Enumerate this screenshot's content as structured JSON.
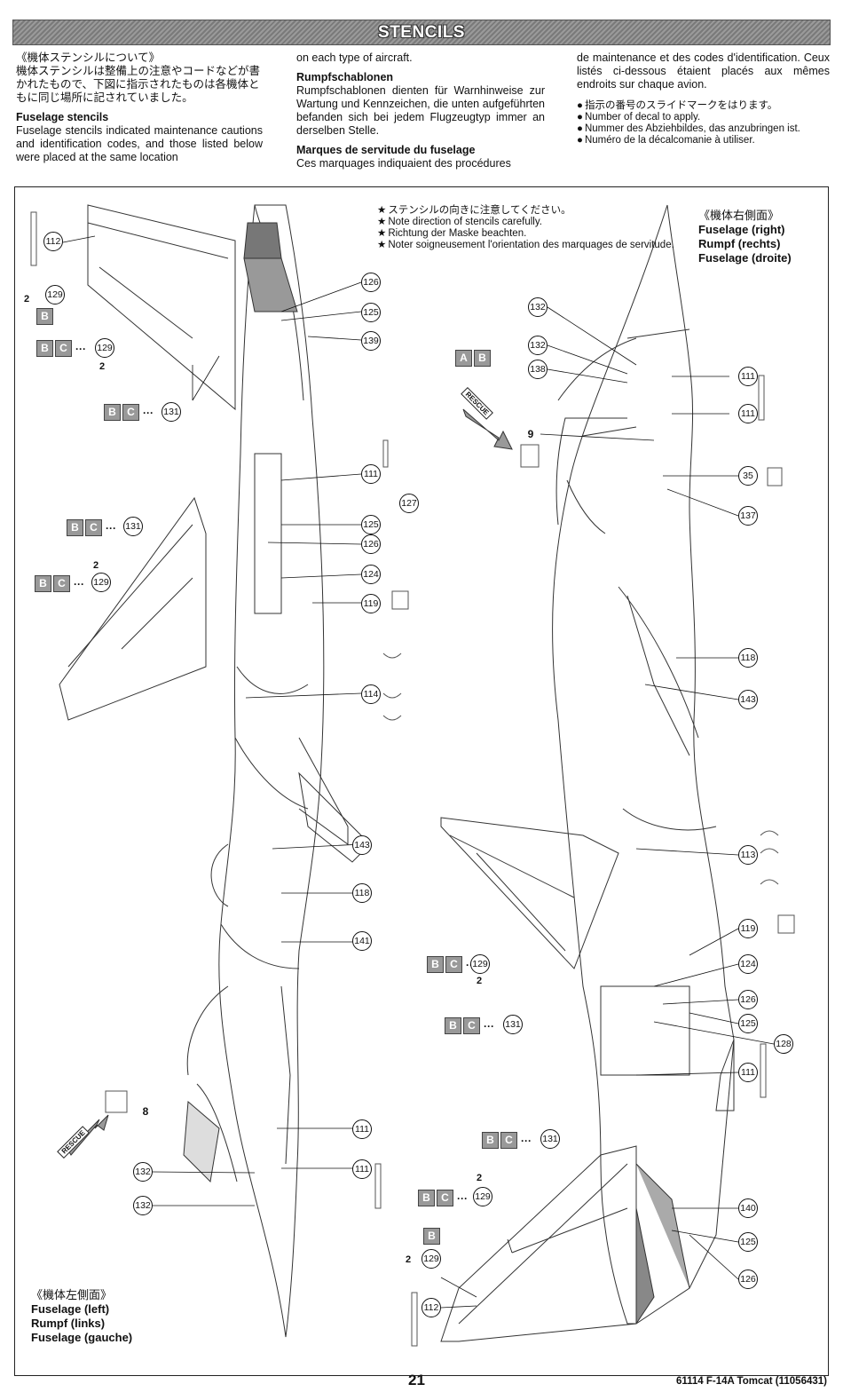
{
  "header": {
    "title": "STENCILS"
  },
  "col1": {
    "jp_title": "《機体ステンシルについて》",
    "jp_body": "機体ステンシルは整備上の注意やコードなどが書かれたもので、下図に指示されたものは各機体ともに同じ場所に記されていました。",
    "en_title": "Fuselage stencils",
    "en_body": "Fuselage stencils indicated maintenance cautions and identification codes, and those listed below were placed at the same location"
  },
  "col2": {
    "en_tail": "on each type of aircraft.",
    "de_title": "Rumpfschablonen",
    "de_body": "Rumpfschablonen dienten für Warnhinweise zur Wartung und Kennzeichen, die unten aufgeführten befanden sich bei jedem Flugzeugtyp immer an derselben Stelle.",
    "fr_title": "Marques de servitude du fuselage",
    "fr_body": "Ces marquages indiquaient des procédures"
  },
  "col3": {
    "fr_tail": "de maintenance et des codes d'identification. Ceux listés ci-dessous étaient placés aux mêmes endroits sur chaque avion.",
    "bullets": [
      "指示の番号のスライドマークをはります。",
      "Number of decal to apply.",
      "Nummer des Abziehbildes, das anzubringen ist.",
      "Numéro de la décalcomanie à utiliser."
    ]
  },
  "note": [
    "ステンシルの向きに注意してください。",
    "Note direction of stencils carefully.",
    "Richtung der Maske beachten.",
    "Noter soigneusement l'orientation des marquages de servitude."
  ],
  "right_view": {
    "jp": "《機体右側面》",
    "en": "Fuselage (right)",
    "de": "Rumpf (rechts)",
    "fr": "Fuselage (droite)"
  },
  "left_view": {
    "jp": "《機体左側面》",
    "en": "Fuselage (left)",
    "de": "Rumpf (links)",
    "fr": "Fuselage (gauche)"
  },
  "labels": {
    "rescue": "RESCUE",
    "dots": "···",
    "two": "2",
    "b": "B",
    "c": "C",
    "a": "A"
  },
  "callouts": {
    "n112": "112",
    "n129": "129",
    "n131": "131",
    "n126": "126",
    "n125": "125",
    "n139": "139",
    "n111": "111",
    "n127": "127",
    "n124": "124",
    "n119": "119",
    "n114": "114",
    "n143": "143",
    "n118": "118",
    "n141": "141",
    "n8": "8",
    "n132": "132",
    "n138": "138",
    "n9": "9",
    "n35": "35",
    "n137": "137",
    "n113": "113",
    "n128": "128",
    "n140": "140"
  },
  "footer": {
    "page": "21",
    "code": "61114 F-14A Tomcat (11056431)"
  }
}
